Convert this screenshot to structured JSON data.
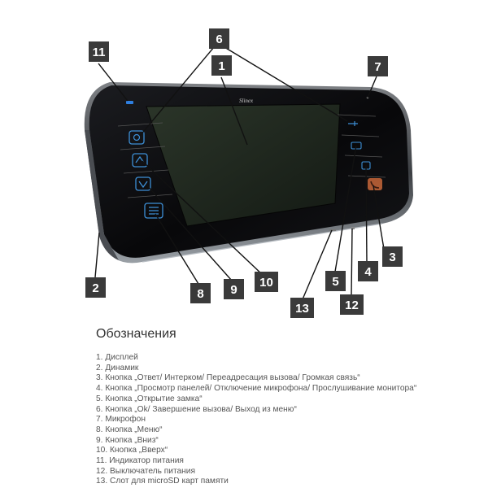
{
  "brand_logo_text": "Slinex",
  "callouts": [
    {
      "id": "c11",
      "number": "11"
    },
    {
      "id": "c6",
      "number": "6"
    },
    {
      "id": "c1",
      "number": "1"
    },
    {
      "id": "c7",
      "number": "7"
    },
    {
      "id": "c2",
      "number": "2"
    },
    {
      "id": "c3",
      "number": "3"
    },
    {
      "id": "c4",
      "number": "4"
    },
    {
      "id": "c5",
      "number": "5"
    },
    {
      "id": "c10",
      "number": "10"
    },
    {
      "id": "c9",
      "number": "9"
    },
    {
      "id": "c8",
      "number": "8"
    },
    {
      "id": "c13",
      "number": "13"
    },
    {
      "id": "c12",
      "number": "12"
    }
  ],
  "legend": {
    "title": "Обозначения",
    "items": [
      "1. Дисплей",
      "2. Динамик",
      "3. Кнопка „Ответ/ Интерком/ Переадресация вызова/ Громкая связь“",
      "4. Кнопка „Просмотр панелей/ Отключение микрофона/ Прослушивание монитора“",
      "5. Кнопка „Открытие замка“",
      "6. Кнопка „Ok/ Завершение вызова/ Выход из меню“",
      "7. Микрофон",
      "8. Кнопка „Меню“",
      "9. Кнопка „Вниз“",
      "10. Кнопка „Вверх“",
      "11. Индикатор питания",
      "12. Выключатель питания",
      "13. Слот для microSD карт памяти"
    ]
  },
  "colors": {
    "callout_box": "#3a3a3a",
    "device_body": "#0c0c0e",
    "screen": "#1f2a20",
    "touch_icons": "#3d8fd6",
    "answer_button": "#c8673a",
    "power_led": "#2f7fe0"
  }
}
